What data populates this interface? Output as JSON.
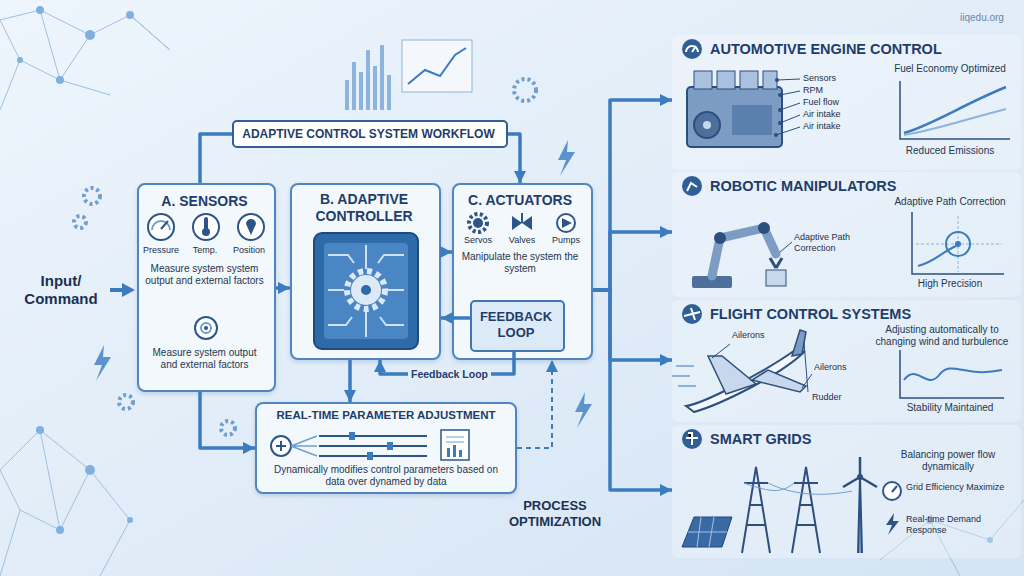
{
  "diagram": {
    "nodes": [
      {
        "text": [
          "ADAPTIVE CONTROL SYSTEM WORKFLOW"
        ]
      },
      {
        "text": [
          "A. SENSORS",
          "Pressure",
          "Temp.",
          "Position",
          "Measure system system output and external factors",
          "Measure system output and external factors"
        ]
      },
      {
        "text": [
          "B. ADAPTIVE CONTROLLER"
        ]
      },
      {
        "text": [
          "C. ACTUATORS",
          "Servos",
          "Valves",
          "Pumps",
          "Manipulate the system the system"
        ]
      },
      {
        "text": [
          "FEEDBACK LOOP"
        ],
        "in": 3
      },
      {
        "text": [
          "REAL-TIME PARAMETER ADJUSTMENT",
          "Dynamically modifies control parameters based on data over dynamed by data"
        ]
      },
      {
        "text": [
          "AUTOMOTIVE ENGINE CONTROL",
          "Sensors",
          "RPM",
          "Fuel flow",
          "Air intake",
          "Air intake",
          "Fuel Economy Optimized",
          "Reduced Emissions"
        ]
      },
      {
        "text": [
          "ROBOTIC MANIPULATORS",
          "Adaptive Path Correction",
          "Adaptive Path Correction",
          "High Precision"
        ]
      },
      {
        "text": [
          "FLIGHT CONTROL SYSTEMS",
          "Adjusting automatically to changing wind and turbulence",
          "Ailerons",
          "Ailerons",
          "Rudder",
          "Stability Maintained"
        ]
      },
      {
        "text": [
          "SMART GRIDS",
          "Balancing power flow dynamically",
          "Grid Efficiency Maximize",
          "Real-time Demand Response"
        ]
      }
    ],
    "edges": [
      {
        "from": 1,
        "to": 0,
        "arrow": "none"
      },
      {
        "from": 0,
        "to": 3,
        "arrow": "to"
      },
      {
        "from": 1,
        "to": 2,
        "arrow": "to"
      },
      {
        "from": 2,
        "to": 3,
        "arrow": "to"
      },
      {
        "from": 4,
        "to": 2,
        "arrow": "to"
      },
      {
        "from": 4,
        "to": 2,
        "label": "Feedback Loop",
        "arrow": "to"
      },
      {
        "from": 2,
        "to": 5,
        "arrow": "to"
      },
      {
        "from": 1,
        "to": 5,
        "arrow": "to"
      },
      {
        "from": 5,
        "to": 3,
        "arrow": "to"
      },
      {
        "from": 3,
        "to": 6,
        "arrow": "to"
      },
      {
        "from": 3,
        "to": 7,
        "arrow": "to"
      },
      {
        "from": 3,
        "to": 8,
        "arrow": "to"
      },
      {
        "from": 3,
        "to": 9,
        "arrow": "to"
      }
    ],
    "labels": [
      "Input/ Command",
      "PROCESS OPTIMIZATION",
      "iiqedu.org"
    ]
  }
}
